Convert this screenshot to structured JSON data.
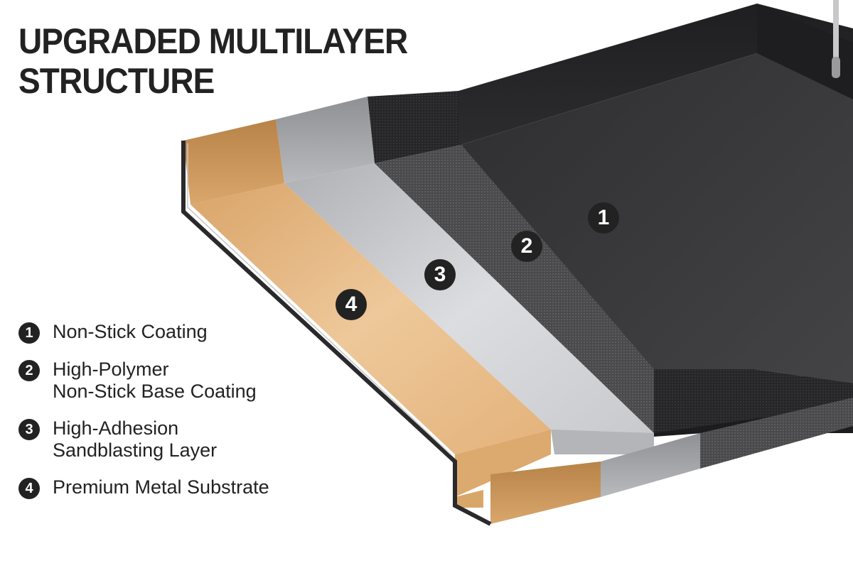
{
  "title": {
    "line1": "UPGRADED MULTILAYER",
    "line2": "STRUCTURE"
  },
  "illustration": {
    "description": "Cutaway of a non-stick griddle pan showing four stacked layers",
    "layers": [
      {
        "number": "1",
        "name": "Non-Stick Coating",
        "color": "#3a3a3c"
      },
      {
        "number": "2",
        "name": "High-Polymer Non-Stick Base Coating",
        "color": "#4a4a4c"
      },
      {
        "number": "3",
        "name": "High-Adhesion Sandblasting Layer",
        "color": "#c8c9cb"
      },
      {
        "number": "4",
        "name": "Premium Metal Substrate",
        "color": "#e2b37e"
      }
    ]
  },
  "markers": [
    {
      "number": "1"
    },
    {
      "number": "2"
    },
    {
      "number": "3"
    },
    {
      "number": "4"
    }
  ],
  "legend": [
    {
      "number": "1",
      "line1": "Non-Stick Coating",
      "line2": ""
    },
    {
      "number": "2",
      "line1": "High-Polymer",
      "line2": "Non-Stick Base Coating"
    },
    {
      "number": "3",
      "line1": "High-Adhesion",
      "line2": "Sandblasting Layer"
    },
    {
      "number": "4",
      "line1": "Premium Metal Substrate",
      "line2": ""
    }
  ],
  "colors": {
    "text": "#222222",
    "background": "#ffffff",
    "gold": "#e2b37e",
    "silver": "#c8c9cb",
    "dark_textured": "#4a4a4c",
    "coating": "#38383a"
  }
}
